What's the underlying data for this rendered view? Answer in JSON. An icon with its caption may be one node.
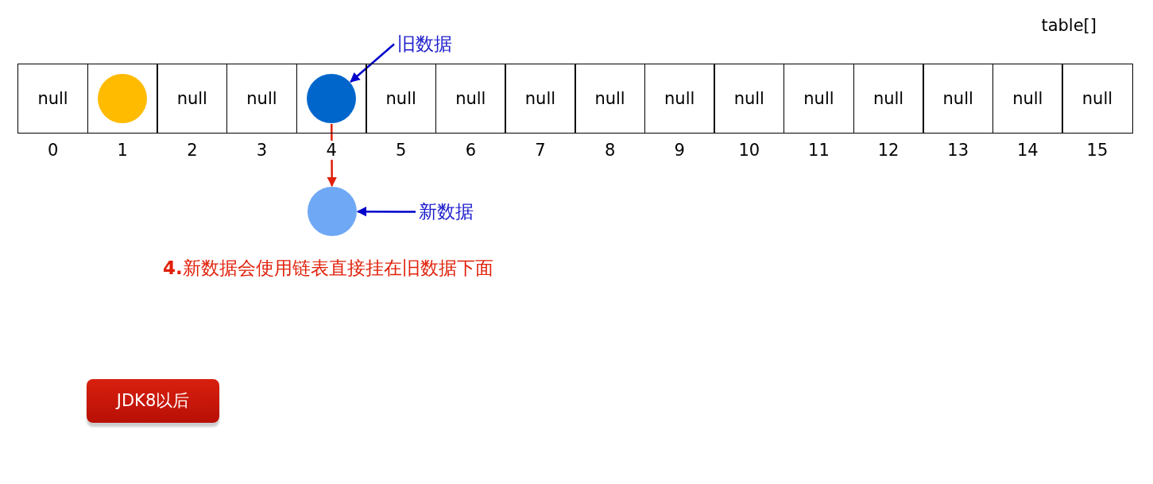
{
  "diagram": {
    "nodes": [
      {
        "text": [
          "table[]"
        ]
      },
      {
        "text": [
          "null"
        ],
        "beside": [
          "0"
        ],
        "in": 0
      },
      {
        "text": [],
        "shape": "box",
        "beside": [
          "1"
        ],
        "in": 0
      },
      {
        "text": [
          "null"
        ],
        "beside": [
          "2"
        ],
        "in": 0
      },
      {
        "text": [
          "null"
        ],
        "beside": [
          "3"
        ],
        "in": 0
      },
      {
        "text": [],
        "shape": "box",
        "beside": [
          "4"
        ],
        "in": 0
      },
      {
        "text": [
          "null"
        ],
        "beside": [
          "5"
        ],
        "in": 0
      },
      {
        "text": [
          "null"
        ],
        "beside": [
          "6"
        ],
        "in": 0
      },
      {
        "text": [
          "null"
        ],
        "beside": [
          "7"
        ],
        "in": 0
      },
      {
        "text": [
          "null"
        ],
        "beside": [
          "8"
        ],
        "in": 0
      },
      {
        "text": [
          "null"
        ],
        "beside": [
          "9"
        ],
        "in": 0
      },
      {
        "text": [
          "null"
        ],
        "beside": [
          "10"
        ],
        "in": 0
      },
      {
        "text": [
          "null"
        ],
        "beside": [
          "11"
        ],
        "in": 0
      },
      {
        "text": [
          "null"
        ],
        "beside": [
          "12"
        ],
        "in": 0
      },
      {
        "text": [
          "null"
        ],
        "beside": [
          "13"
        ],
        "in": 0
      },
      {
        "text": [
          "null"
        ],
        "beside": [
          "14"
        ],
        "in": 0
      },
      {
        "text": [
          "null"
        ],
        "beside": [
          "15"
        ],
        "in": 0
      },
      {
        "text": [],
        "shape": "circle",
        "in": 2
      },
      {
        "text": [],
        "shape": "circle",
        "in": 5
      },
      {
        "text": [],
        "shape": "circle"
      },
      {
        "text": [
          "旧数据"
        ]
      },
      {
        "text": [
          "新数据"
        ]
      },
      {
        "text": [
          "JDK8以后"
        ]
      }
    ],
    "edges": [
      {
        "from": 20,
        "to": 18,
        "arrow": "to",
        "color": "#0000cc"
      },
      {
        "from": 21,
        "to": 19,
        "arrow": "to",
        "color": "#0000cc"
      },
      {
        "from": 18,
        "to": 19,
        "arrow": "to",
        "color": "#e0200a"
      }
    ],
    "labels": [
      "**4.**新数据会使用链表直接挂在旧数据下面"
    ]
  }
}
